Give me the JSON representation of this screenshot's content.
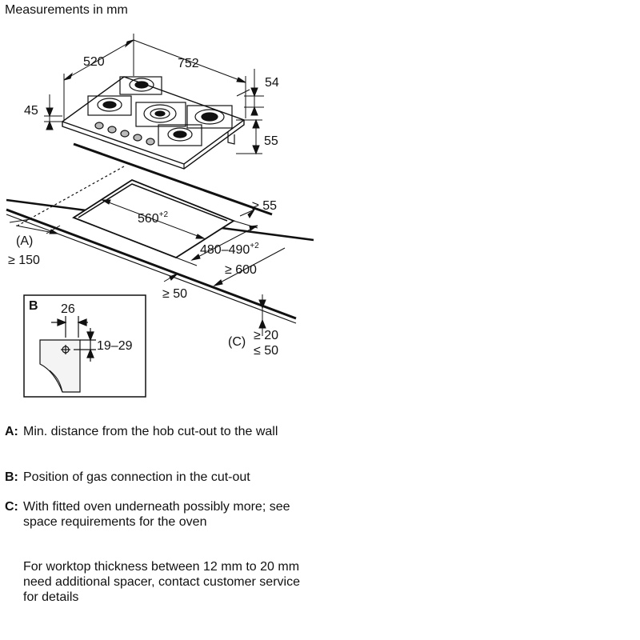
{
  "title": "Measurements in mm",
  "dimensions": {
    "hob_depth": "520",
    "hob_width": "752",
    "hob_top_height": "54",
    "hob_front_edge": "45",
    "hob_below_height": "55",
    "cutout_width": "560",
    "cutout_width_sup": "+2",
    "cutout_depth": "480–490",
    "cutout_depth_sup": "+2",
    "rear_clearance": "≥ 55",
    "worktop_depth": "≥ 600",
    "front_clearance": "≥ 50",
    "wall_clearance": "≥ 150",
    "worktop_thickness_min": "≥ 20",
    "worktop_thickness_max": "≤ 50"
  },
  "callouts": {
    "a": "(A)",
    "c": "(C)"
  },
  "inset_b": {
    "label": "B",
    "offset": "26",
    "height_range": "19–29"
  },
  "legend": [
    {
      "key": "A:",
      "text": "Min. distance from the hob cut-out to the wall"
    },
    {
      "key": "B:",
      "text": "Position of gas connection in the cut-out"
    },
    {
      "key": "C:",
      "text": "With fitted oven underneath possibly more; see space requirements for the oven"
    }
  ],
  "note": "For worktop thickness between 12 mm to 20 mm need additional spacer, contact customer service for details"
}
